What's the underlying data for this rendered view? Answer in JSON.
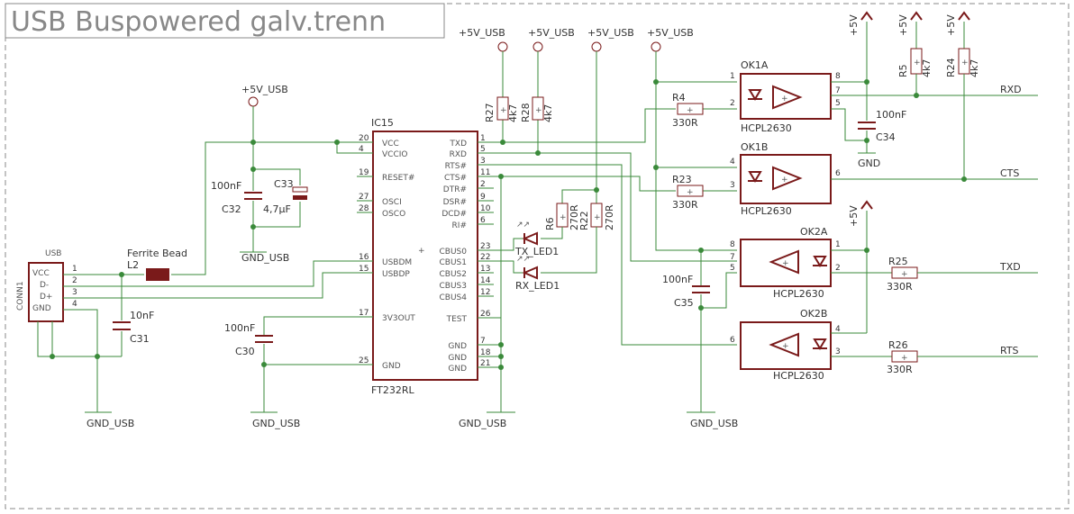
{
  "title": "USB Buspowered galv.trenn",
  "supply_labels": {
    "usb": "+5V_USB",
    "v5": "+5V",
    "gnd_usb": "GND_USB",
    "gnd": "GND"
  },
  "usb_conn": {
    "name": "USB",
    "ref": "CONN1",
    "pins": [
      "VCC",
      "D-",
      "D+",
      "GND"
    ],
    "pin_numbers": [
      "1",
      "2",
      "3",
      "4"
    ]
  },
  "ferrite": {
    "ref": "L2",
    "label": "Ferrite Bead"
  },
  "c31": {
    "ref": "C31",
    "value": "10nF"
  },
  "c32": {
    "ref": "C32",
    "value": "100nF"
  },
  "c33": {
    "ref": "C33",
    "value": "4,7µF"
  },
  "c30": {
    "ref": "C30",
    "value": "100nF"
  },
  "c34": {
    "ref": "C34",
    "value": "100nF"
  },
  "c35": {
    "ref": "C35",
    "value": "100nF"
  },
  "ic": {
    "ref": "IC15",
    "part": "FT232RL",
    "left_pins": [
      {
        "num": "20",
        "name": "VCC"
      },
      {
        "num": "4",
        "name": "VCCIO"
      },
      {
        "num": "19",
        "name": "RESET#"
      },
      {
        "num": "27",
        "name": "OSCI"
      },
      {
        "num": "28",
        "name": "OSCO"
      },
      {
        "num": "16",
        "name": "USBDM"
      },
      {
        "num": "15",
        "name": "USBDP"
      },
      {
        "num": "17",
        "name": "3V3OUT"
      },
      {
        "num": "25",
        "name": "GND"
      }
    ],
    "right_pins": [
      {
        "num": "1",
        "name": "TXD"
      },
      {
        "num": "5",
        "name": "RXD"
      },
      {
        "num": "3",
        "name": "RTS#"
      },
      {
        "num": "11",
        "name": "CTS#"
      },
      {
        "num": "2",
        "name": "DTR#"
      },
      {
        "num": "9",
        "name": "DSR#"
      },
      {
        "num": "10",
        "name": "DCD#"
      },
      {
        "num": "6",
        "name": "RI#"
      },
      {
        "num": "23",
        "name": "CBUS0"
      },
      {
        "num": "22",
        "name": "CBUS1"
      },
      {
        "num": "13",
        "name": "CBUS2"
      },
      {
        "num": "14",
        "name": "CBUS3"
      },
      {
        "num": "12",
        "name": "CBUS4"
      },
      {
        "num": "26",
        "name": "TEST"
      },
      {
        "num": "7",
        "name": "GND"
      },
      {
        "num": "18",
        "name": "GND"
      },
      {
        "num": "21",
        "name": "GND"
      }
    ]
  },
  "resistors": {
    "r27": {
      "ref": "R27",
      "value": "4k7"
    },
    "r28": {
      "ref": "R28",
      "value": "4k7"
    },
    "r6": {
      "ref": "R6",
      "value": "270R"
    },
    "r22": {
      "ref": "R22",
      "value": "270R"
    },
    "r4": {
      "ref": "R4",
      "value": "330R"
    },
    "r23": {
      "ref": "R23",
      "value": "330R"
    },
    "r25": {
      "ref": "R25",
      "value": "330R"
    },
    "r26": {
      "ref": "R26",
      "value": "330R"
    },
    "r5": {
      "ref": "R5",
      "value": "4k7"
    },
    "r24": {
      "ref": "R24",
      "value": "4k7"
    }
  },
  "leds": {
    "tx": "TX_LED1",
    "rx": "RX_LED1"
  },
  "opto": {
    "part": "HCPL2630",
    "ok1a": {
      "ref": "OK1A",
      "pins": [
        "1",
        "2",
        "8",
        "7",
        "5"
      ]
    },
    "ok1b": {
      "ref": "OK1B",
      "pins": [
        "4",
        "3",
        "6"
      ]
    },
    "ok2a": {
      "ref": "OK2A",
      "pins": [
        "8",
        "7",
        "5",
        "1",
        "2"
      ]
    },
    "ok2b": {
      "ref": "OK2B",
      "pins": [
        "6",
        "4",
        "3"
      ]
    }
  },
  "signals": {
    "rxd": "RXD",
    "cts": "CTS",
    "txd": "TXD",
    "rts": "RTS"
  }
}
